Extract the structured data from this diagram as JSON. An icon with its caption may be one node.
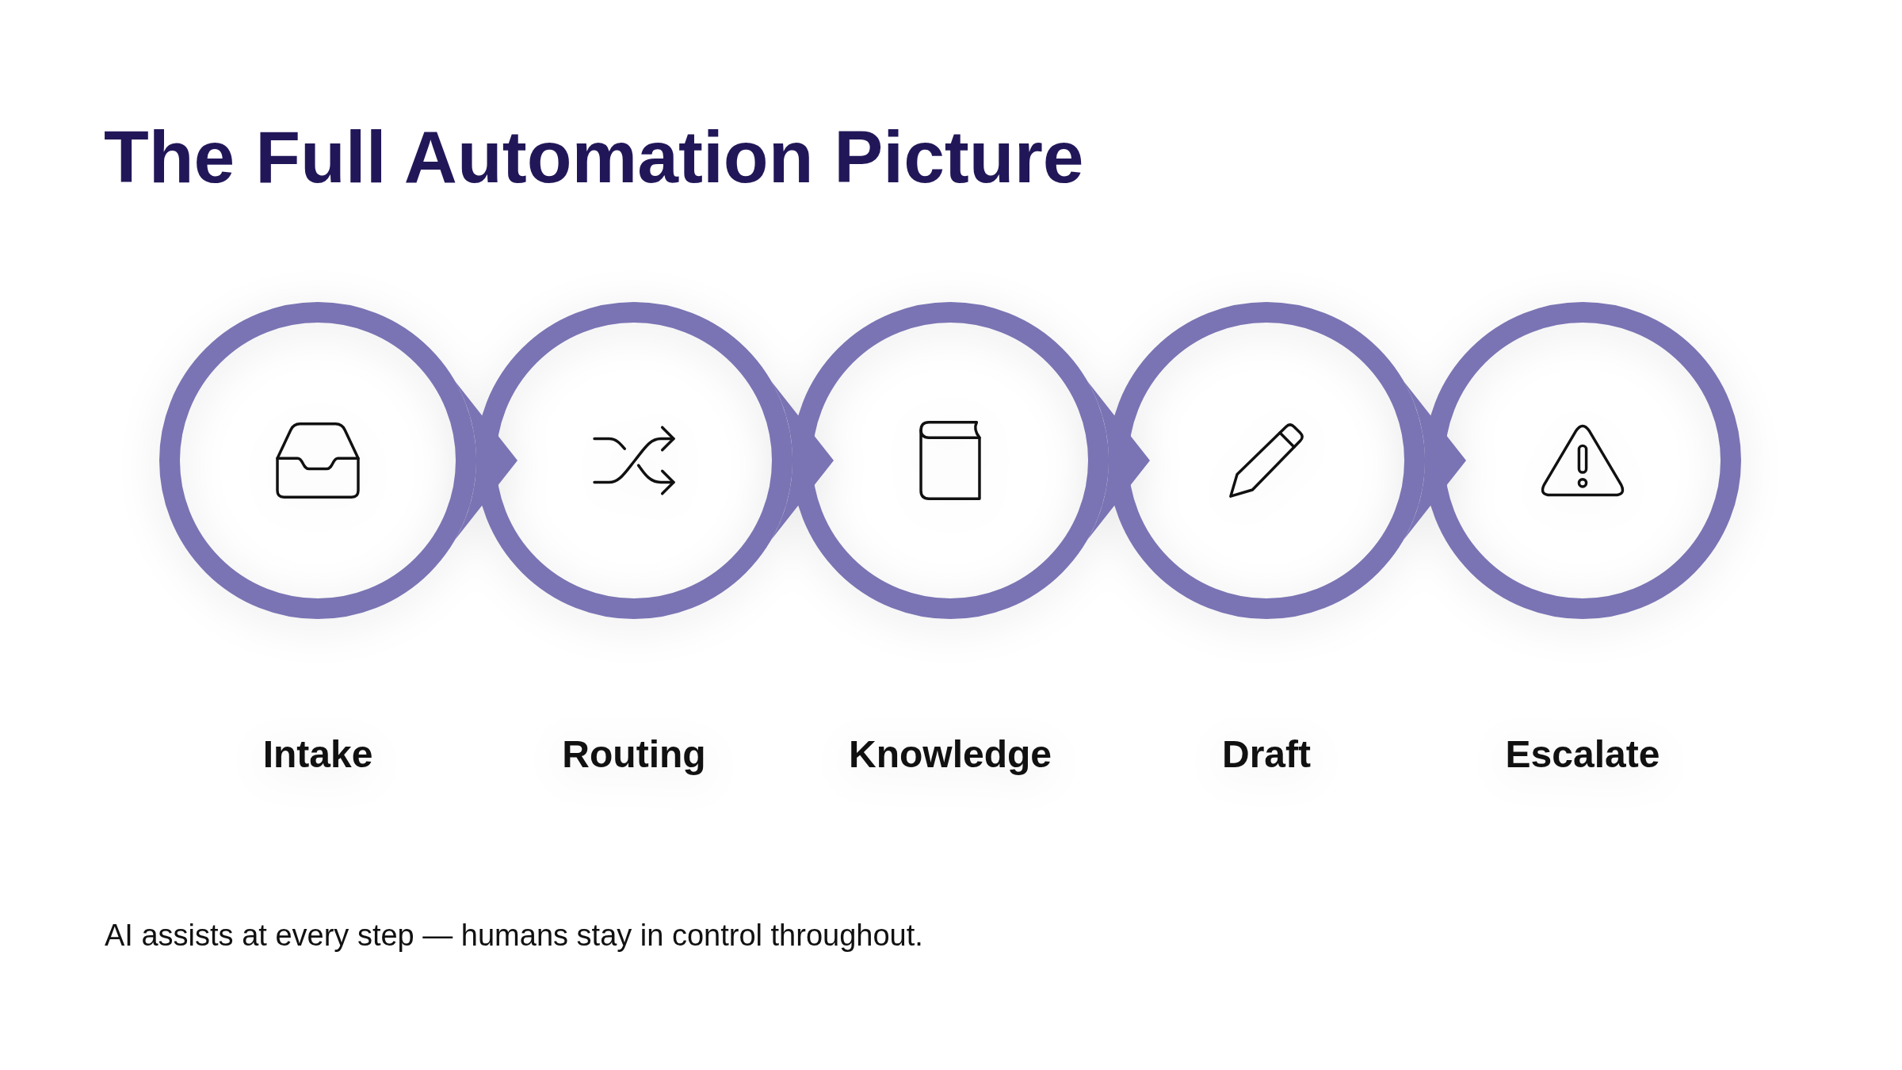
{
  "diagram": {
    "title": "The Full Automation Picture",
    "caption": "AI assists at every step — humans stay in control throughout.",
    "nodes": [
      {
        "text": [
          "Intake"
        ]
      },
      {
        "text": [
          "Routing"
        ]
      },
      {
        "text": [
          "Knowledge"
        ]
      },
      {
        "text": [
          "Draft"
        ]
      },
      {
        "text": [
          "Escalate"
        ]
      }
    ],
    "edges": [
      {
        "from": 0,
        "to": 1,
        "arrow": "to"
      },
      {
        "from": 1,
        "to": 2,
        "arrow": "to"
      },
      {
        "from": 2,
        "to": 3,
        "arrow": "to"
      },
      {
        "from": 3,
        "to": 4,
        "arrow": "to"
      }
    ]
  }
}
